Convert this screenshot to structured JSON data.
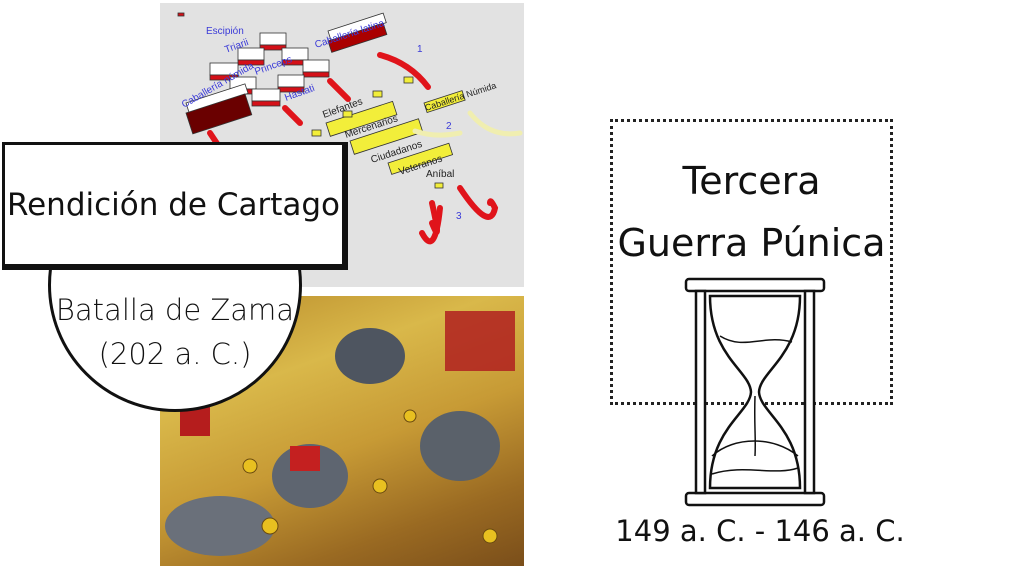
{
  "diagram": {
    "labels": {
      "escipion": "Escipión",
      "triarii": "Triarii",
      "princeps": "Princeps",
      "hastati": "Hastati",
      "caballeria_latina": "Caballería latina",
      "caballeria_numida_left": "Caballería númida",
      "elefantes": "Elefantes",
      "caballeria_numida_right": "Caballería Númida",
      "mercenarios": "Mercenarios",
      "ciudadanos": "Ciudadanos",
      "veteranos": "Veteranos",
      "anibal": "Aníbal",
      "step1": "1",
      "step2": "2",
      "step3": "3"
    }
  },
  "rendicion": {
    "title": "Rendición de Cartago"
  },
  "zama": {
    "line1": "Batalla de Zama",
    "line2": "(202 a. C.)"
  },
  "tercera": {
    "line1": "Tercera",
    "line2": "Guerra Púnica",
    "dates": "149 a. C. - 146 a. C."
  },
  "colors": {
    "roman_red": "#e0141b",
    "carthage_yellow": "#f2ee3a",
    "label_blue": "#3a3ad8"
  }
}
